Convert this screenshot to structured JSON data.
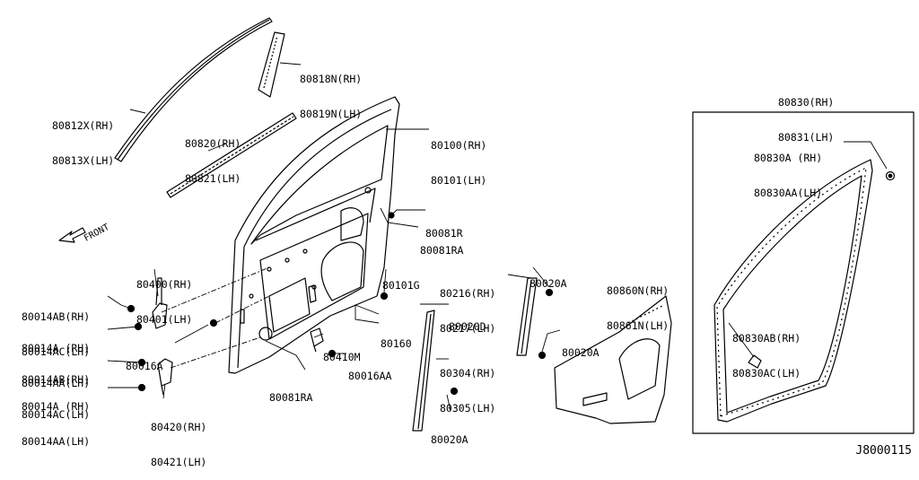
{
  "labels": {
    "l80818": [
      "80818N(RH)",
      "80819N(LH)"
    ],
    "l80812": [
      "80812X(RH)",
      "80813X(LH)"
    ],
    "l80820": [
      "80820(RH)",
      "80821(LH)"
    ],
    "l80100": [
      "80100(RH)",
      "80101(LH)"
    ],
    "l80081r": [
      "80081R"
    ],
    "l80081ra_top": [
      "80081RA"
    ],
    "l80830": [
      "80830(RH)",
      "80831(LH)"
    ],
    "l80830a": [
      "80830A (RH)",
      "80830AA(LH)"
    ],
    "l80400": [
      "80400(RH)",
      "80401(LH)"
    ],
    "l80101g": [
      "80101G"
    ],
    "l80014ab_1": [
      "80014AB(RH)",
      "80014AC(LH)"
    ],
    "l80014a_1": [
      "80014A (RH)",
      "80014AA(LH)"
    ],
    "l80016a": [
      "80016A"
    ],
    "l80014ab_2": [
      "80014AB(RH)",
      "80014AC(LH)"
    ],
    "l80014a_2": [
      "80014A (RH)",
      "80014AA(LH)"
    ],
    "l80420": [
      "80420(RH)",
      "80421(LH)"
    ],
    "l80160": [
      "80160"
    ],
    "l80410m": [
      "80410M"
    ],
    "l80016aa": [
      "80016AA"
    ],
    "l80081ra_bot": [
      "80081RA"
    ],
    "l80216": [
      "80216(RH)",
      "80217(LH)"
    ],
    "l80020a_1": [
      "80020A"
    ],
    "l80020d": [
      "80020D"
    ],
    "l80020a_2": [
      "80020A"
    ],
    "l80304": [
      "80304(RH)",
      "80305(LH)"
    ],
    "l80020a_3": [
      "80020A"
    ],
    "l80860": [
      "80860N(RH)",
      "80861N(LH)"
    ],
    "l80830ab": [
      "80830AB(RH)",
      "80830AC(LH)"
    ]
  },
  "front_label": "FRONT",
  "diagram_code": "J8000115"
}
